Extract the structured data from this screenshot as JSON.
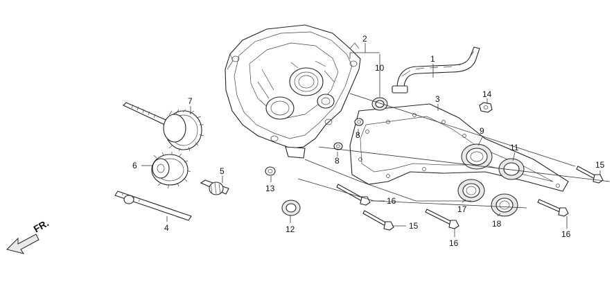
{
  "diagram": {
    "direction_label": "FR.",
    "callouts": {
      "c1": "1",
      "c2": "2",
      "c3": "3",
      "c4": "4",
      "c5": "5",
      "c6": "6",
      "c7": "7",
      "c8a": "8",
      "c8b": "8",
      "c9": "9",
      "c10": "10",
      "c11": "11",
      "c12": "12",
      "c13": "13",
      "c14": "14",
      "c15a": "15",
      "c15b": "15",
      "c16a": "16",
      "c16b": "16",
      "c16c": "16",
      "c17": "17",
      "c18": "18"
    }
  }
}
